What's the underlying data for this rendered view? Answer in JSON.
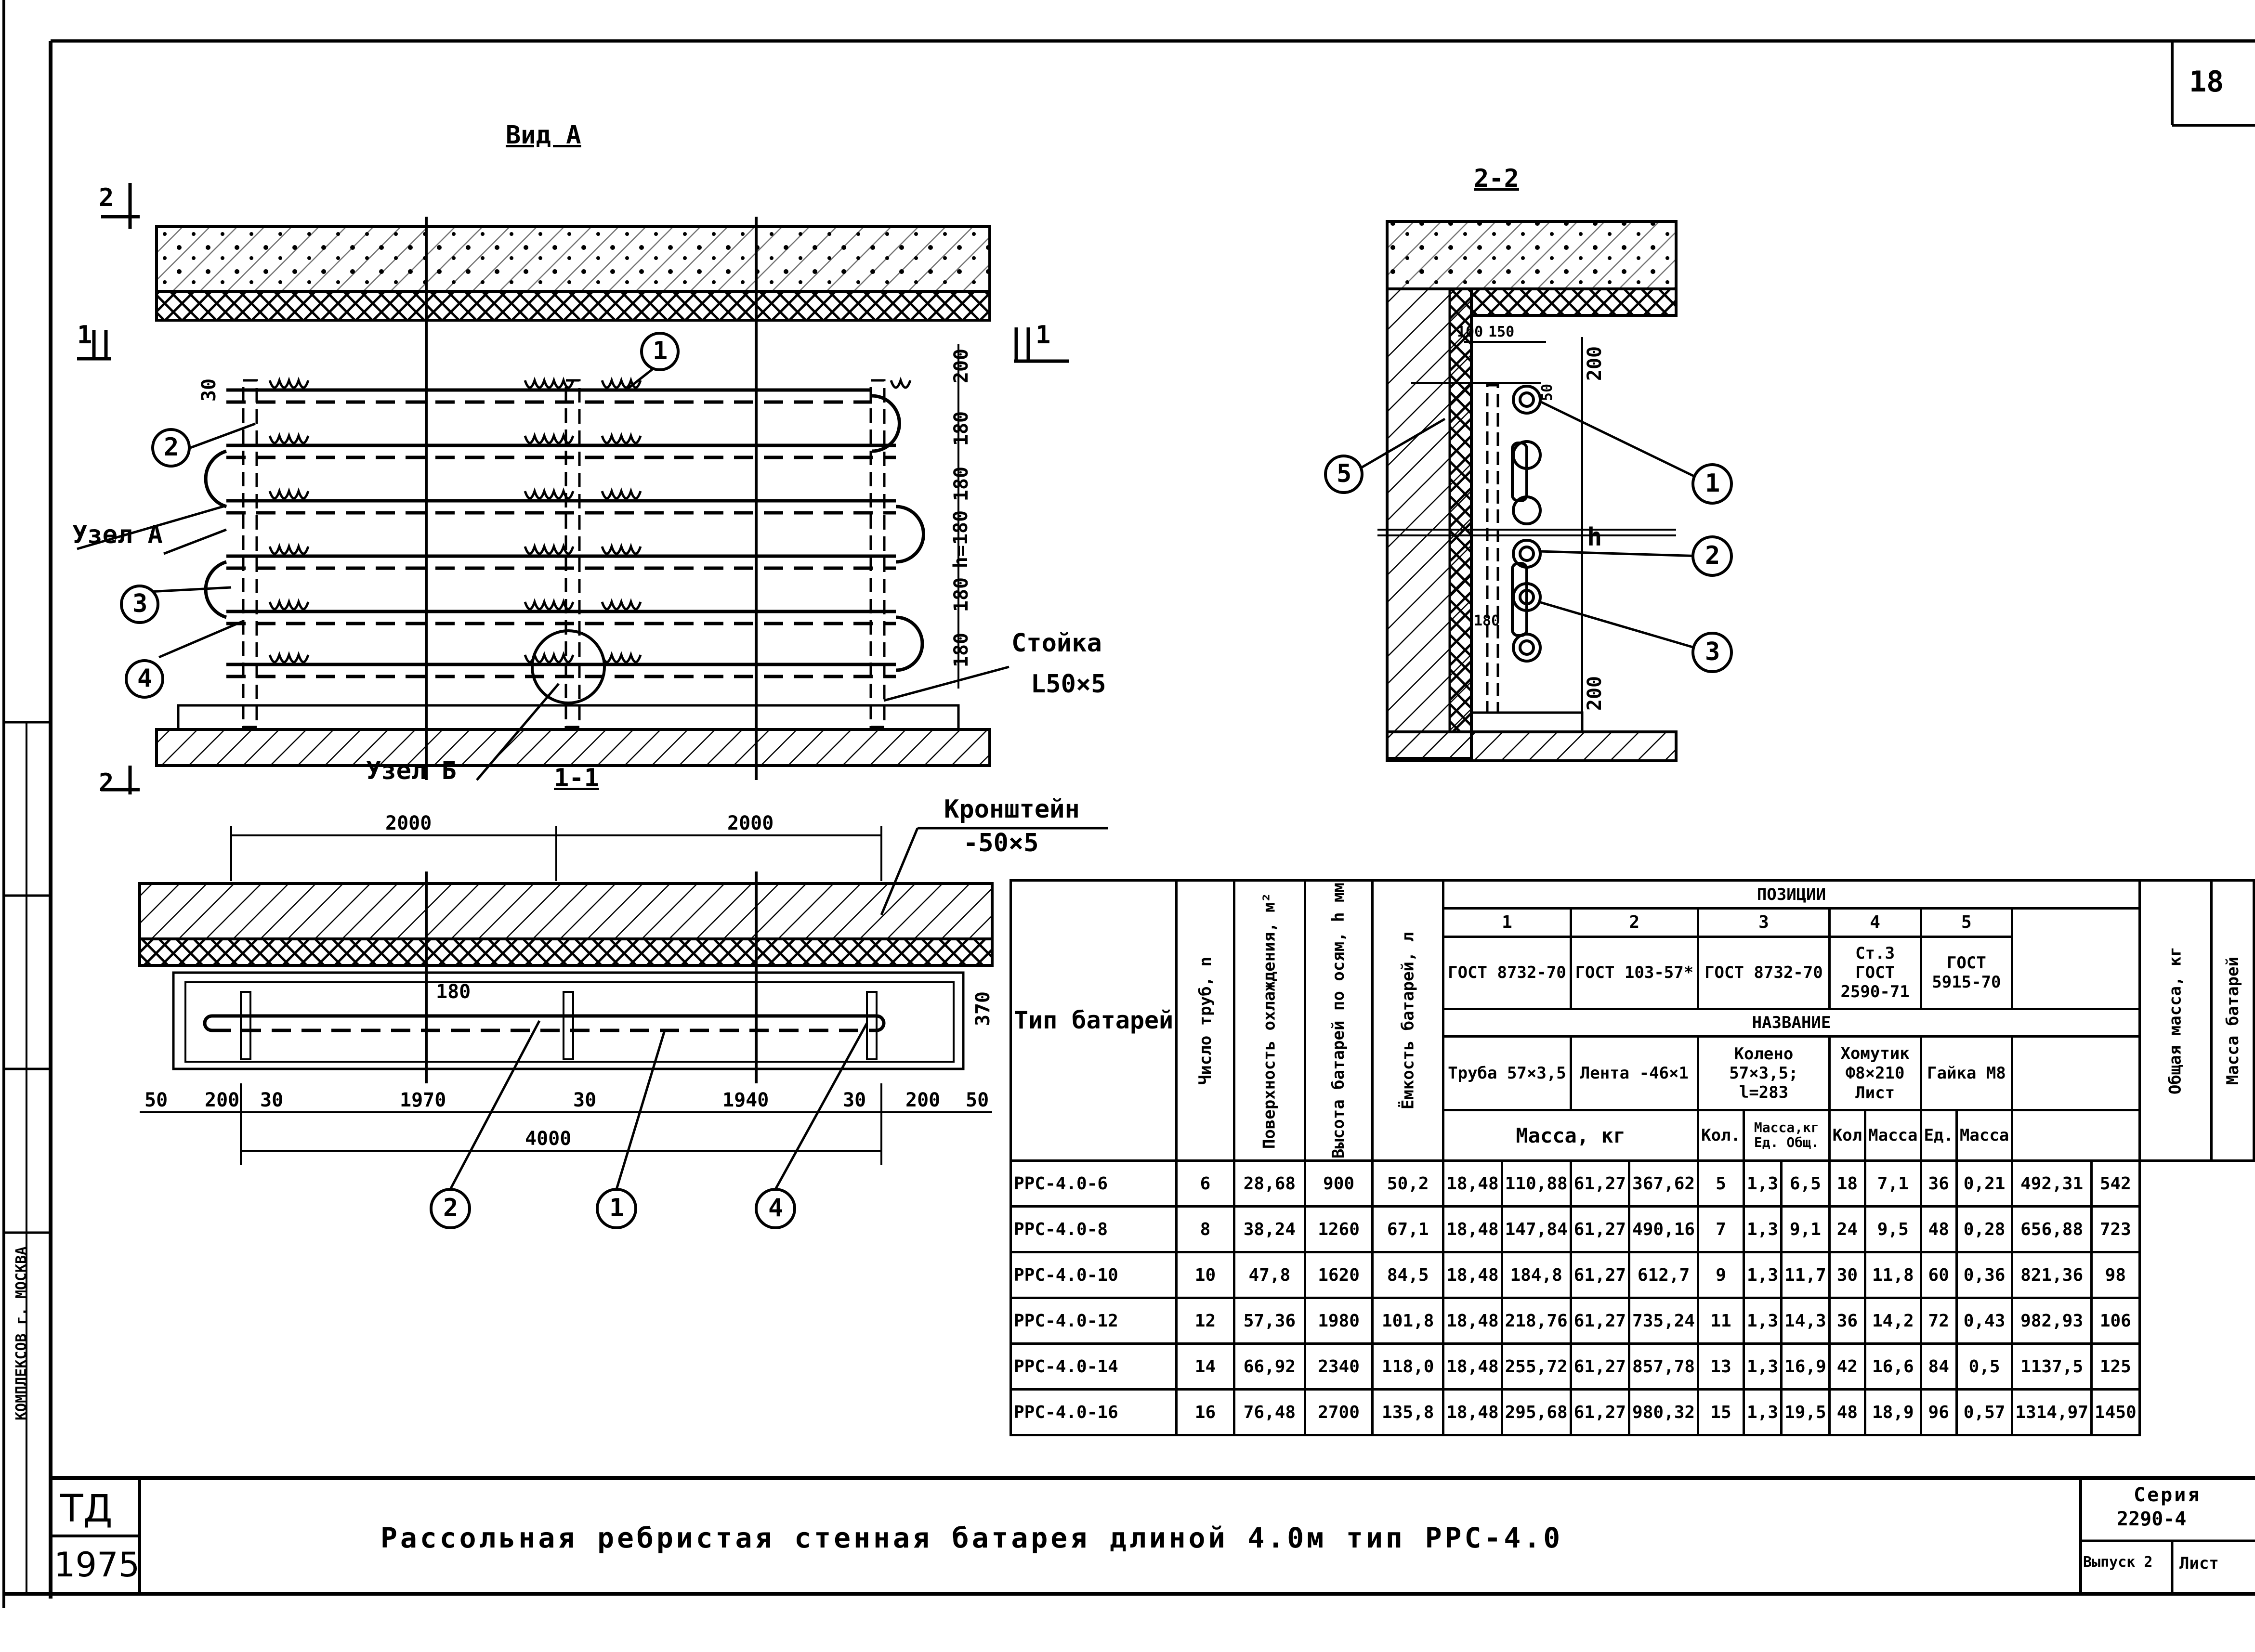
{
  "sheet_number": "18",
  "views": {
    "view_a": "Вид А",
    "section_2_2": "2-2",
    "section_1_1": "1-1",
    "cut_mark_2": "2",
    "cut_mark_1": "1"
  },
  "callouts": {
    "node_a": "Узел А",
    "node_b": "Узел Б",
    "post_title": "Стойка",
    "post_spec": "L50×5",
    "bracket_title": "Кронштейн",
    "bracket_spec": "-50×5",
    "pos_1": "1",
    "pos_2": "2",
    "pos_3": "3",
    "pos_4": "4",
    "pos_5": "5"
  },
  "dimensions": {
    "d200": "200",
    "d180": "180",
    "d180b": "180",
    "h": "h=180",
    "d180c": "180",
    "d180d": "180",
    "d30": "30",
    "d2000a": "2000",
    "d2000b": "2000",
    "d50a": "50",
    "d200a": "200",
    "d30a": "30",
    "d1970": "1970",
    "d30b": "30",
    "d1940": "1940",
    "d30c": "30",
    "d200b": "200",
    "d50b": "50",
    "d4000": "4000",
    "d180s": "180",
    "d370": "370",
    "s100": "100",
    "s150": "150",
    "s200a": "200",
    "s50": "50",
    "s_h": "h",
    "s180": "180",
    "s200b": "200"
  },
  "table": {
    "col_type": "Тип батарей",
    "col_pipes": "Число труб, n",
    "col_surface": "Поверхность охлаждения, м²",
    "col_height": "Высота батарей по осям, h мм",
    "col_capacity": "Ёмкость батарей, л",
    "positions_header": "ПОЗИЦИИ",
    "pos_numbers": [
      "1",
      "2",
      "3",
      "4",
      "5"
    ],
    "gost": [
      "ГОСТ 8732-70",
      "ГОСТ 103-57*",
      "ГОСТ 8732-70",
      "Ст.3 ГОСТ 2590-71",
      "ГОСТ 5915-70"
    ],
    "name_header": "НАЗВАНИЕ",
    "names": [
      "Труба 57×3,5",
      "Лента -46×1",
      "Колено 57×3,5; l=283",
      "Хомутик Ф8×210",
      "Гайка М8"
    ],
    "sheet_label": "Лист",
    "mass_header": "Масса, кг",
    "mass_kg_short": "Масса,кг",
    "col_qty": "Кол.",
    "col_qty2": "Кол",
    "col_unit": "Ед.",
    "col_total": "Общ.",
    "col_mass": "Масса",
    "col_total_mass": "Общая масса, кг",
    "col_battery_mass": "Масса батарей",
    "rows": [
      [
        "РРС-4.0-6",
        "6",
        "28,68",
        "900",
        "50,2",
        "18,48",
        "110,88",
        "61,27",
        "367,62",
        "5",
        "1,3",
        "6,5",
        "18",
        "7,1",
        "36",
        "0,21",
        "492,31",
        "542"
      ],
      [
        "РРС-4.0-8",
        "8",
        "38,24",
        "1260",
        "67,1",
        "18,48",
        "147,84",
        "61,27",
        "490,16",
        "7",
        "1,3",
        "9,1",
        "24",
        "9,5",
        "48",
        "0,28",
        "656,88",
        "723"
      ],
      [
        "РРС-4.0-10",
        "10",
        "47,8",
        "1620",
        "84,5",
        "18,48",
        "184,8",
        "61,27",
        "612,7",
        "9",
        "1,3",
        "11,7",
        "30",
        "11,8",
        "60",
        "0,36",
        "821,36",
        "98"
      ],
      [
        "РРС-4.0-12",
        "12",
        "57,36",
        "1980",
        "101,8",
        "18,48",
        "218,76",
        "61,27",
        "735,24",
        "11",
        "1,3",
        "14,3",
        "36",
        "14,2",
        "72",
        "0,43",
        "982,93",
        "106"
      ],
      [
        "РРС-4.0-14",
        "14",
        "66,92",
        "2340",
        "118,0",
        "18,48",
        "255,72",
        "61,27",
        "857,78",
        "13",
        "1,3",
        "16,9",
        "42",
        "16,6",
        "84",
        "0,5",
        "1137,5",
        "125"
      ],
      [
        "РРС-4.0-16",
        "16",
        "76,48",
        "2700",
        "135,8",
        "18,48",
        "295,68",
        "61,27",
        "980,32",
        "15",
        "1,3",
        "19,5",
        "48",
        "18,9",
        "96",
        "0,57",
        "1314,97",
        "1450"
      ]
    ]
  },
  "title_block": {
    "td": "ТД",
    "year": "1975",
    "title": "Рассольная ребристая стенная батарея длиной 4.0м тип РРС-4.0",
    "series_label": "Серия",
    "series_value": "2290-4",
    "issue": "Выпуск 2",
    "sheet": "Лист",
    "side_org": "КОМПЛЕКСОВ г. МОСКВА"
  }
}
